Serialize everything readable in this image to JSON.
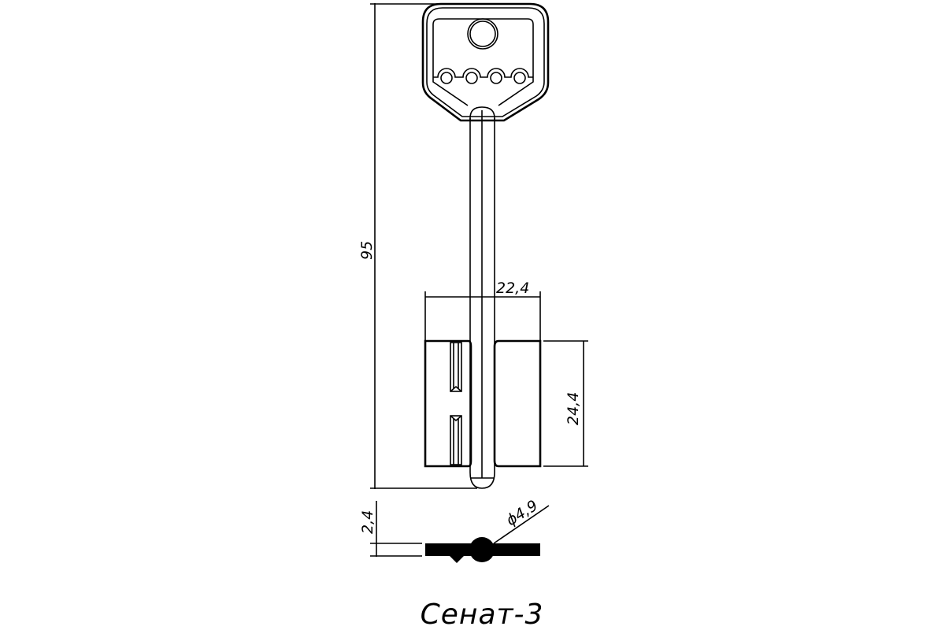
{
  "title": "Сенат-3",
  "dimensions": {
    "overall_length": "95",
    "bit_width": "22,4",
    "bit_height": "24,4",
    "blade_thickness": "2,4",
    "stem_diameter": "ϕ4,9"
  },
  "colors": {
    "line": "#000000",
    "background": "#ffffff"
  }
}
